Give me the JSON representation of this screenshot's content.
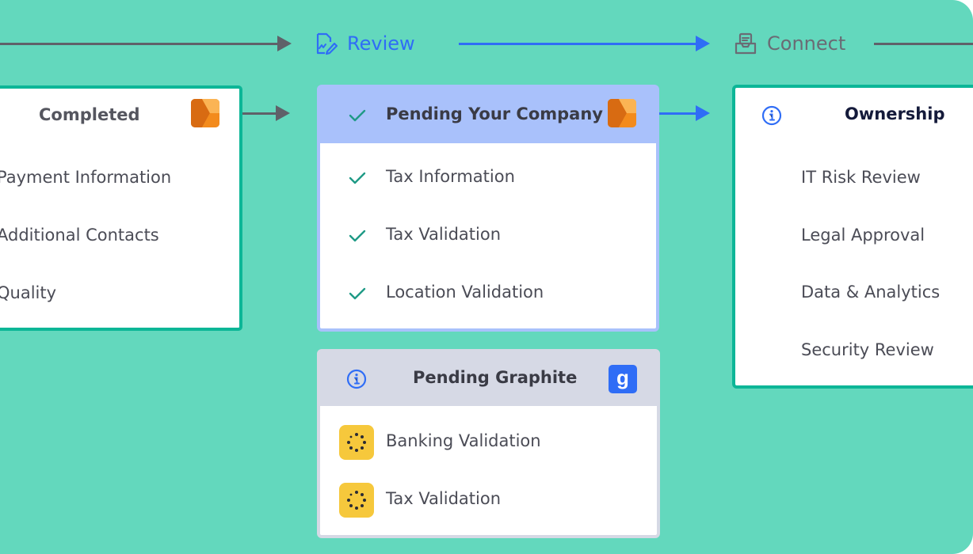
{
  "flow": {
    "stages": [
      {
        "id": "review",
        "label": "Review",
        "icon": "document-edit-icon",
        "color": "#2f6df6"
      },
      {
        "id": "connect",
        "label": "Connect",
        "icon": "inbox-tray-icon",
        "color": "#6a6b74"
      }
    ]
  },
  "completed_card": {
    "title": "Completed",
    "badge_icon": "orange-bolt-logo",
    "items": [
      "Payment Information",
      "Additional Contacts",
      "Quality"
    ]
  },
  "pending_company_card": {
    "title": "Pending Your Company",
    "header_icon": "check-icon",
    "badge_icon": "orange-bolt-logo",
    "items": [
      "Tax Information",
      "Tax Validation",
      "Location Validation"
    ],
    "item_icon": "check-icon"
  },
  "pending_graphite_card": {
    "title": "Pending Graphite",
    "header_icon": "info-icon",
    "badge_letter": "g",
    "items": [
      "Banking Validation",
      "Tax Validation"
    ],
    "item_icon": "loading-spinner-icon"
  },
  "ownership_card": {
    "title": "Ownership",
    "header_icon": "info-icon",
    "items": [
      "IT Risk Review",
      "Legal Approval",
      "Data & Analytics",
      "Security Review"
    ]
  },
  "colors": {
    "background": "#63d8bd",
    "teal_border": "#0cb697",
    "blue_accent": "#2f6df6",
    "gray_line": "#5f6169",
    "check_green": "#1f9a86",
    "company_header": "#a9c1fb",
    "graphite_header": "#d6d9e5",
    "spinner_yellow": "#f6c83c"
  }
}
